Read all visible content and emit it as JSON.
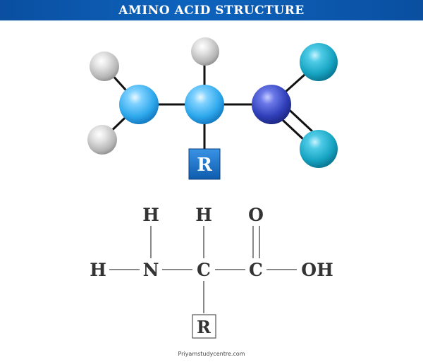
{
  "header": {
    "title": "AMINO ACID STRUCTURE"
  },
  "model": {
    "r_label": "R"
  },
  "formula": {
    "top_h_left": "H",
    "top_h_mid": "H",
    "top_o": "O",
    "left_h": "H",
    "n": "N",
    "c_alpha": "C",
    "c_carboxyl": "C",
    "oh": "OH",
    "r_group": "R"
  },
  "footer": {
    "credit": "Priyamstudycentre.com"
  },
  "colors": {
    "banner": "#0d63bd",
    "bond": "#111111",
    "light_blue_atom": "#2ea8ec",
    "dark_blue_atom": "#2f3fb8",
    "teal_atom": "#16a4c2",
    "grey_atom": "#c8c8c8",
    "r_box": "#1b6fc8",
    "formula_line": "#888888"
  }
}
